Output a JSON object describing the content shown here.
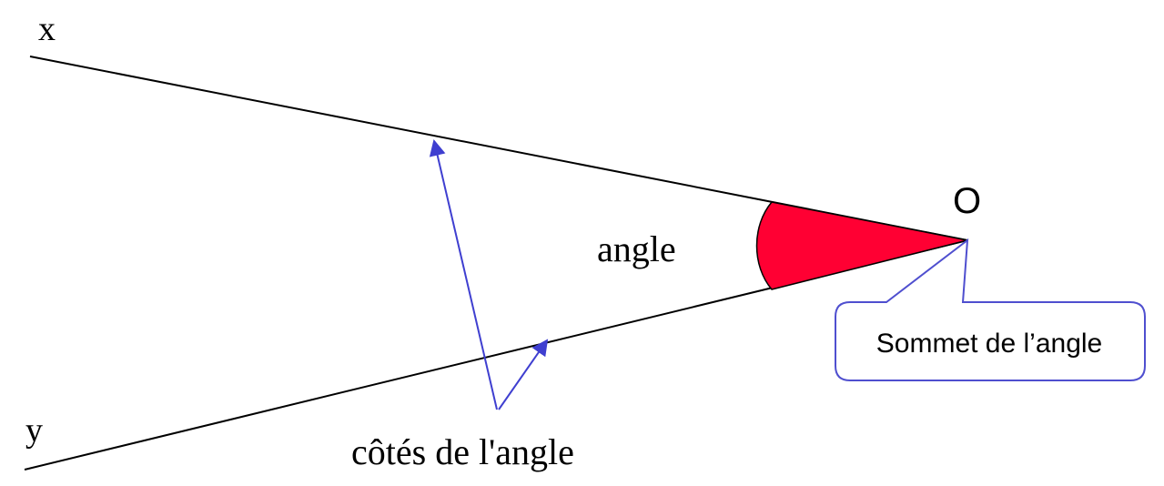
{
  "labels": {
    "ray_x": "x",
    "ray_y": "y",
    "vertex": "O",
    "angle": "angle",
    "sides": "côtés de l'angle",
    "callout": "Sommet de l’angle"
  },
  "colors": {
    "line": "#000000",
    "angle_fill": "#ff0033",
    "arrow": "#3f3fd0",
    "callout_border": "#4f4fcf",
    "background": "#ffffff"
  }
}
